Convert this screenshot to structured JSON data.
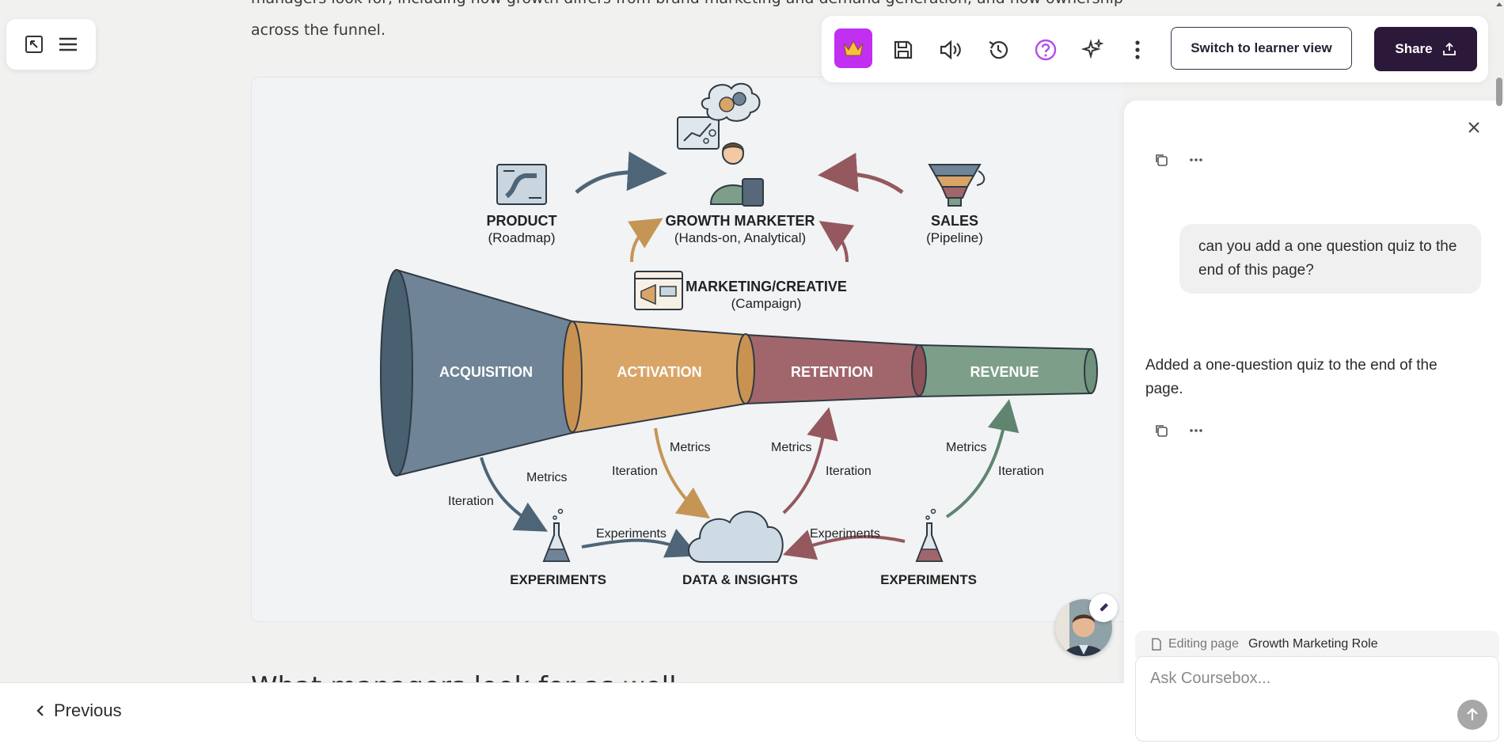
{
  "content": {
    "intro_text": "managers look for, including how growth differs from brand marketing and demand generation, and how ownership works across the funnel.",
    "section_heading": "What managers look for as well..."
  },
  "figure": {
    "nodes": {
      "product": {
        "title": "PRODUCT",
        "sub": "(Roadmap)"
      },
      "growth_marketer": {
        "title": "GROWTH MARKETER",
        "sub": "(Hands-on, Analytical)"
      },
      "sales": {
        "title": "SALES",
        "sub": "(Pipeline)"
      },
      "marketing": {
        "title": "MARKETING/CREATIVE",
        "sub": "(Campaign)"
      },
      "experiments_left": "EXPERIMENTS",
      "data_insights": "DATA & INSIGHTS",
      "experiments_right": "EXPERIMENTS"
    },
    "funnel_stages": [
      "ACQUISITION",
      "ACTIVATION",
      "RETENTION",
      "REVENUE"
    ],
    "arrow_labels": {
      "metrics": "Metrics",
      "iteration": "Iteration",
      "experiments": "Experiments"
    },
    "colors": {
      "acquisition": "#6f8496",
      "activation": "#d9a567",
      "retention": "#a1666c",
      "revenue": "#7d9f89"
    }
  },
  "toolbar": {
    "icons": [
      "crown-icon",
      "save-icon",
      "audio-icon",
      "history-icon",
      "help-icon",
      "sparkle-icon",
      "more-icon"
    ],
    "learner_label": "Switch to learner view",
    "share_label": "Share",
    "accent": "#c12ff0",
    "share_bg": "#2c1838"
  },
  "chat": {
    "user_message": "can you add a one question quiz to the end of this page?",
    "assistant_message": "Added a one-question quiz to the end of the page.",
    "editing_label": "Editing page",
    "editing_page": "Growth Marketing Role",
    "input_placeholder": "Ask Coursebox..."
  },
  "nav": {
    "previous_label": "Previous"
  }
}
